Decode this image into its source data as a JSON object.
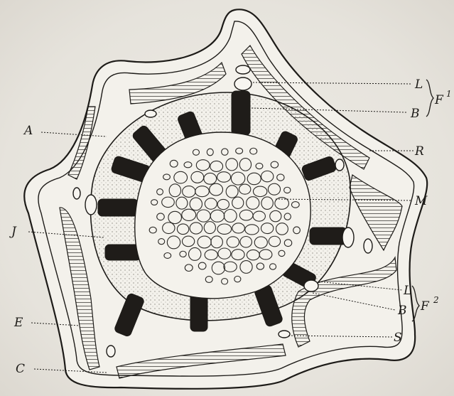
{
  "diagram": {
    "labels": {
      "A": "A",
      "J": "J",
      "E": "E",
      "C": "C",
      "L_top": "L",
      "B_top": "B",
      "R": "R",
      "M": "M",
      "L_bottom": "L",
      "B_bottom": "B",
      "S": "S",
      "F_top": "F",
      "F_top_sup": "1",
      "F_bottom": "F",
      "F_bottom_sup": "2"
    },
    "colors": {
      "ink": "#1d1b18",
      "tissue": "#f4f2ec",
      "paper": "#ebe8e2"
    }
  }
}
